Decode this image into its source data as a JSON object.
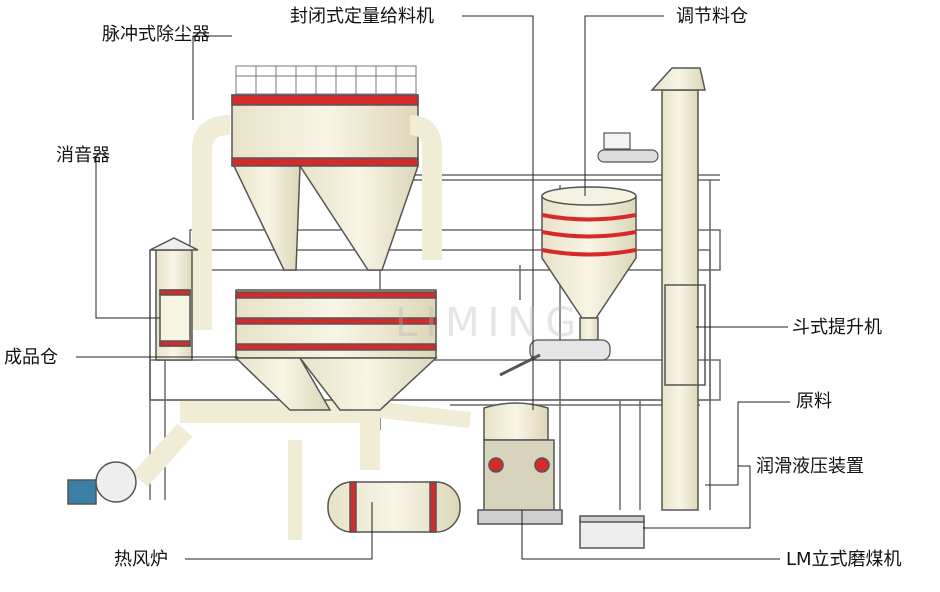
{
  "labels": {
    "pulse_dust_collector": "脉冲式除尘器",
    "sealed_feeder": "封闭式定量给料机",
    "adjust_bin": "调节料仓",
    "silencer": "消音器",
    "product_bin": "成品仓",
    "bucket_elevator": "斗式提升机",
    "raw_material": "原料",
    "lube_hydraulic": "润滑液压装置",
    "hot_air_furnace": "热风炉",
    "lm_mill": "LM立式磨煤机"
  },
  "watermark": "LIMING",
  "colors": {
    "equipment": "#f3efdc",
    "accent_red": "#d62a2a",
    "outline": "#555555",
    "frame": "#6a6a6a",
    "motor_blue": "#3b7fa8"
  }
}
